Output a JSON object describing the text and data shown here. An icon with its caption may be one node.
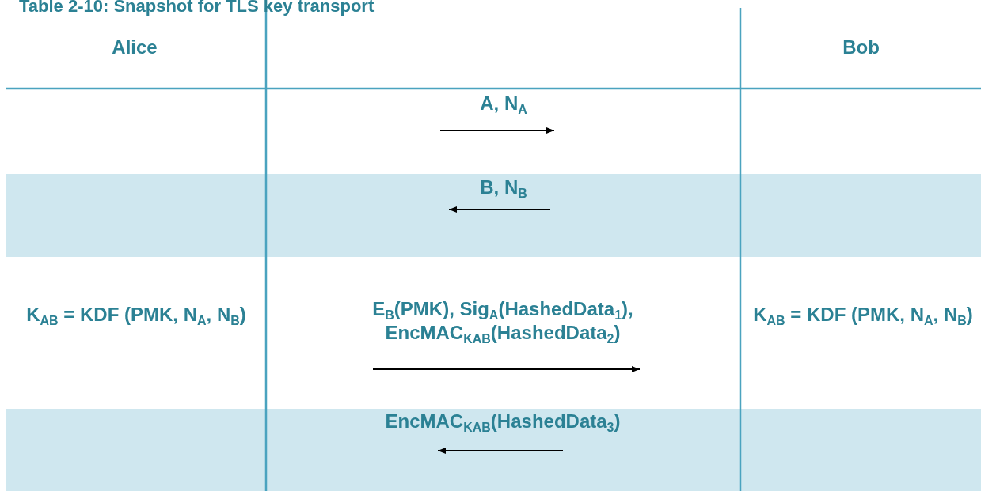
{
  "diagram": {
    "title": "Table 2-10: Snapshot for TLS key transport",
    "labels": [
      "Alice",
      "Bob",
      "A, N$_{A}$",
      "B, N$_{B}$",
      "K$_{AB}$ = KDF (PMK, N$_{A}$, N$_{B}$)",
      "E$_{B}$(PMK), Sig$_{A}$(HashedData$_{1}$), EncMAC$_{KAB}$(HashedData$_{2}$)",
      "K$_{AB}$ = KDF (PMK, N$_{A}$, N$_{B}$)",
      "EncMAC$_{KAB}$(HashedData$_{3}$)"
    ]
  }
}
